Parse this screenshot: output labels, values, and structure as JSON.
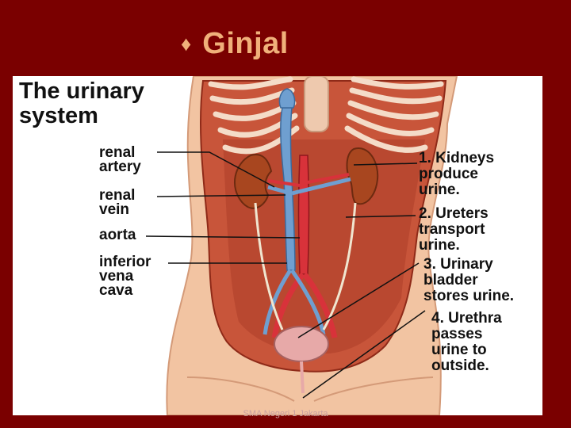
{
  "slide": {
    "bullet_icon": "diamond-bullet-icon",
    "title": "Ginjal",
    "footer": "SMA Negeri 1 Jakarta"
  },
  "figure": {
    "title": "The urinary\nsystem",
    "left_labels": {
      "renal_artery": "renal\nartery",
      "renal_vein": "renal\nvein",
      "aorta": "aorta",
      "inferior_vena_cava": "inferior\nvena\ncava"
    },
    "right_labels": {
      "kidneys": "1. Kidneys\n    produce\n    urine.",
      "ureters": "2. Ureters\n    transport\n    urine.",
      "bladder": "3. Urinary\n    bladder\nstores urine.",
      "urethra": "4. Urethra\n    passes\n    urine to\n    outside."
    }
  },
  "colors": {
    "background": "#7a0000",
    "title": "#f0b07a",
    "skin": "#f2c4a2",
    "muscle": "#c8553a",
    "kidney": "#a8461f",
    "vein": "#6f9fd0",
    "artery": "#d8323a"
  }
}
